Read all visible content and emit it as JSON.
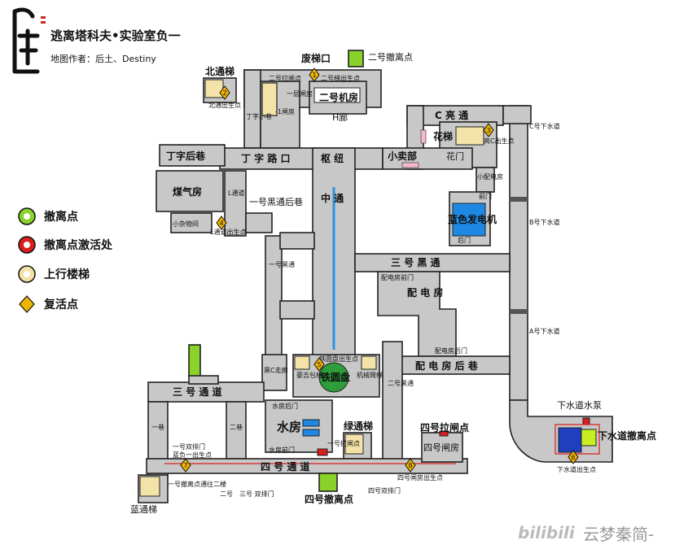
{
  "header": {
    "title": "逃离塔科夫•实验室负一",
    "author": "地图作者：后土、Destiny"
  },
  "watermark": {
    "platform": "bilibili",
    "channel": "云梦秦简-"
  },
  "legend": [
    {
      "label": "撤离点",
      "icon": "extract-point-icon",
      "color": "#8ad12a"
    },
    {
      "label": "撤离点激活处",
      "icon": "extract-activation-icon",
      "color": "#d91e1e"
    },
    {
      "label": "上行楼梯",
      "icon": "upstairs-icon",
      "color": "#f3e3a8"
    },
    {
      "label": "复活点",
      "icon": "spawn-point-icon",
      "color": "#f0b400"
    }
  ],
  "map": {
    "areas": {
      "waste_stair": "废梯口",
      "extract_2": "二号撤离点",
      "lever_2": "二号拉闸点",
      "spawn_2": "二号梯出生点",
      "north_stair": "北通梯",
      "north_spawn": "北通出生点",
      "machine_room_2": "二号机房",
      "h_corridor": "H廊",
      "ding_alley": "丁字小巷",
      "gate_room": "-1闸房",
      "floor1_gate_room": "一层闸房",
      "c_hall": "C 亮 通",
      "flower_stair": "花梯",
      "spawn_3": "亮C出生点",
      "flower_gate": "花门",
      "c_sewer": "C号下水道",
      "ding_back_alley": "丁字后巷",
      "ding_road": "丁 字 路 口",
      "hub": "枢 纽",
      "kiosk": "小卖部",
      "small_power": "小配电房",
      "gas_room": "煤气房",
      "l_passage": "L通道",
      "black_back_alley_1": "一号黑通后巷",
      "center_passage": "中 通",
      "front_gate": "前门",
      "blue_generator": "蓝色发电机",
      "back_gate": "后门",
      "b_sewer": "B号下水道",
      "storage": "小杂物间",
      "l_spawn": "L通道出生点",
      "black_3": "三 号 黑 通",
      "power_front_gate": "配电房前门",
      "power_room": "配 电 房",
      "black_1": "一号黑通",
      "power_back_gate": "配电房后门",
      "power_back_alley": "配 电 房 后 巷",
      "a_sewer": "A号下水道",
      "iron_spawn": "铁圆盘出生点",
      "pack_stair": "豪吉包梯",
      "machine_stair": "机械臂梯",
      "iron_disk": "铁圆盘",
      "black_c_corridor": "黑C走廊",
      "corridor_3": "三 号 通 道",
      "black_2": "二号黑通",
      "water_back_gate": "水房后门",
      "water_room": "水房",
      "green_stair": "绿通梯",
      "water_front_gate": "水房前门",
      "lever_1": "一号拉闸点",
      "lever_4": "四号拉闸点",
      "gate_room_4": "四号闸房",
      "sewer_pump": "下水道水泵",
      "sewer_extract": "下水道撤离点",
      "sewer_spawn": "下水道出生点",
      "alley_1": "一巷",
      "alley_2": "二巷",
      "double_gate_1": "一号双排门",
      "blue_spawn": "蓝负一出生点",
      "corridor_4": "四 号 通 道",
      "stair_link": "一号撤离点通往二楼",
      "blue_stair": "蓝通梯",
      "double_gate_2": "二号",
      "double_gate_3": "三号 双排门",
      "extract_4": "四号撤离点",
      "double_gate_4": "四号双排门",
      "gate_room_4_side": "四号闸房出生点"
    },
    "spawn_numbers": [
      "1",
      "2",
      "3",
      "4",
      "5",
      "6",
      "7",
      "8"
    ]
  }
}
